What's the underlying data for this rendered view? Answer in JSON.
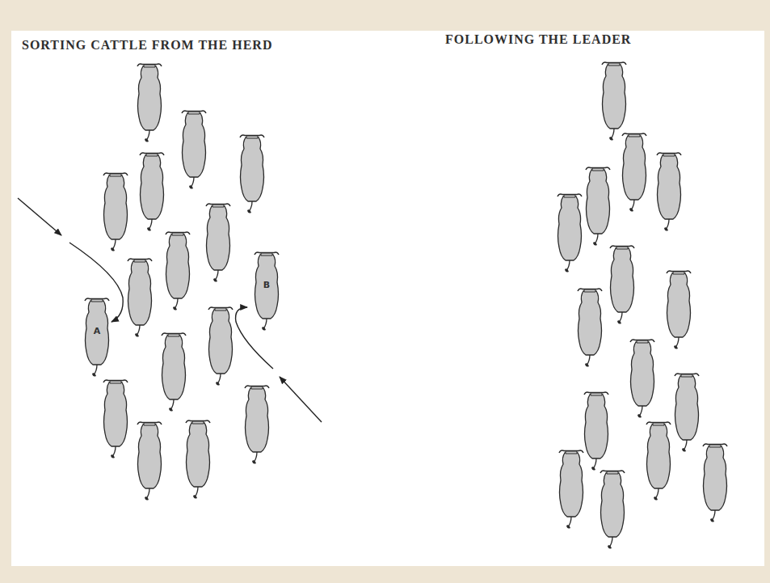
{
  "diagram": {
    "nodes": [
      {
        "text": [
          "A"
        ]
      },
      {
        "text": [
          "B"
        ]
      }
    ],
    "labels": [
      "SORTING CATTLE FROM THE HERD",
      "FOLLOWING THE LEADER"
    ]
  }
}
